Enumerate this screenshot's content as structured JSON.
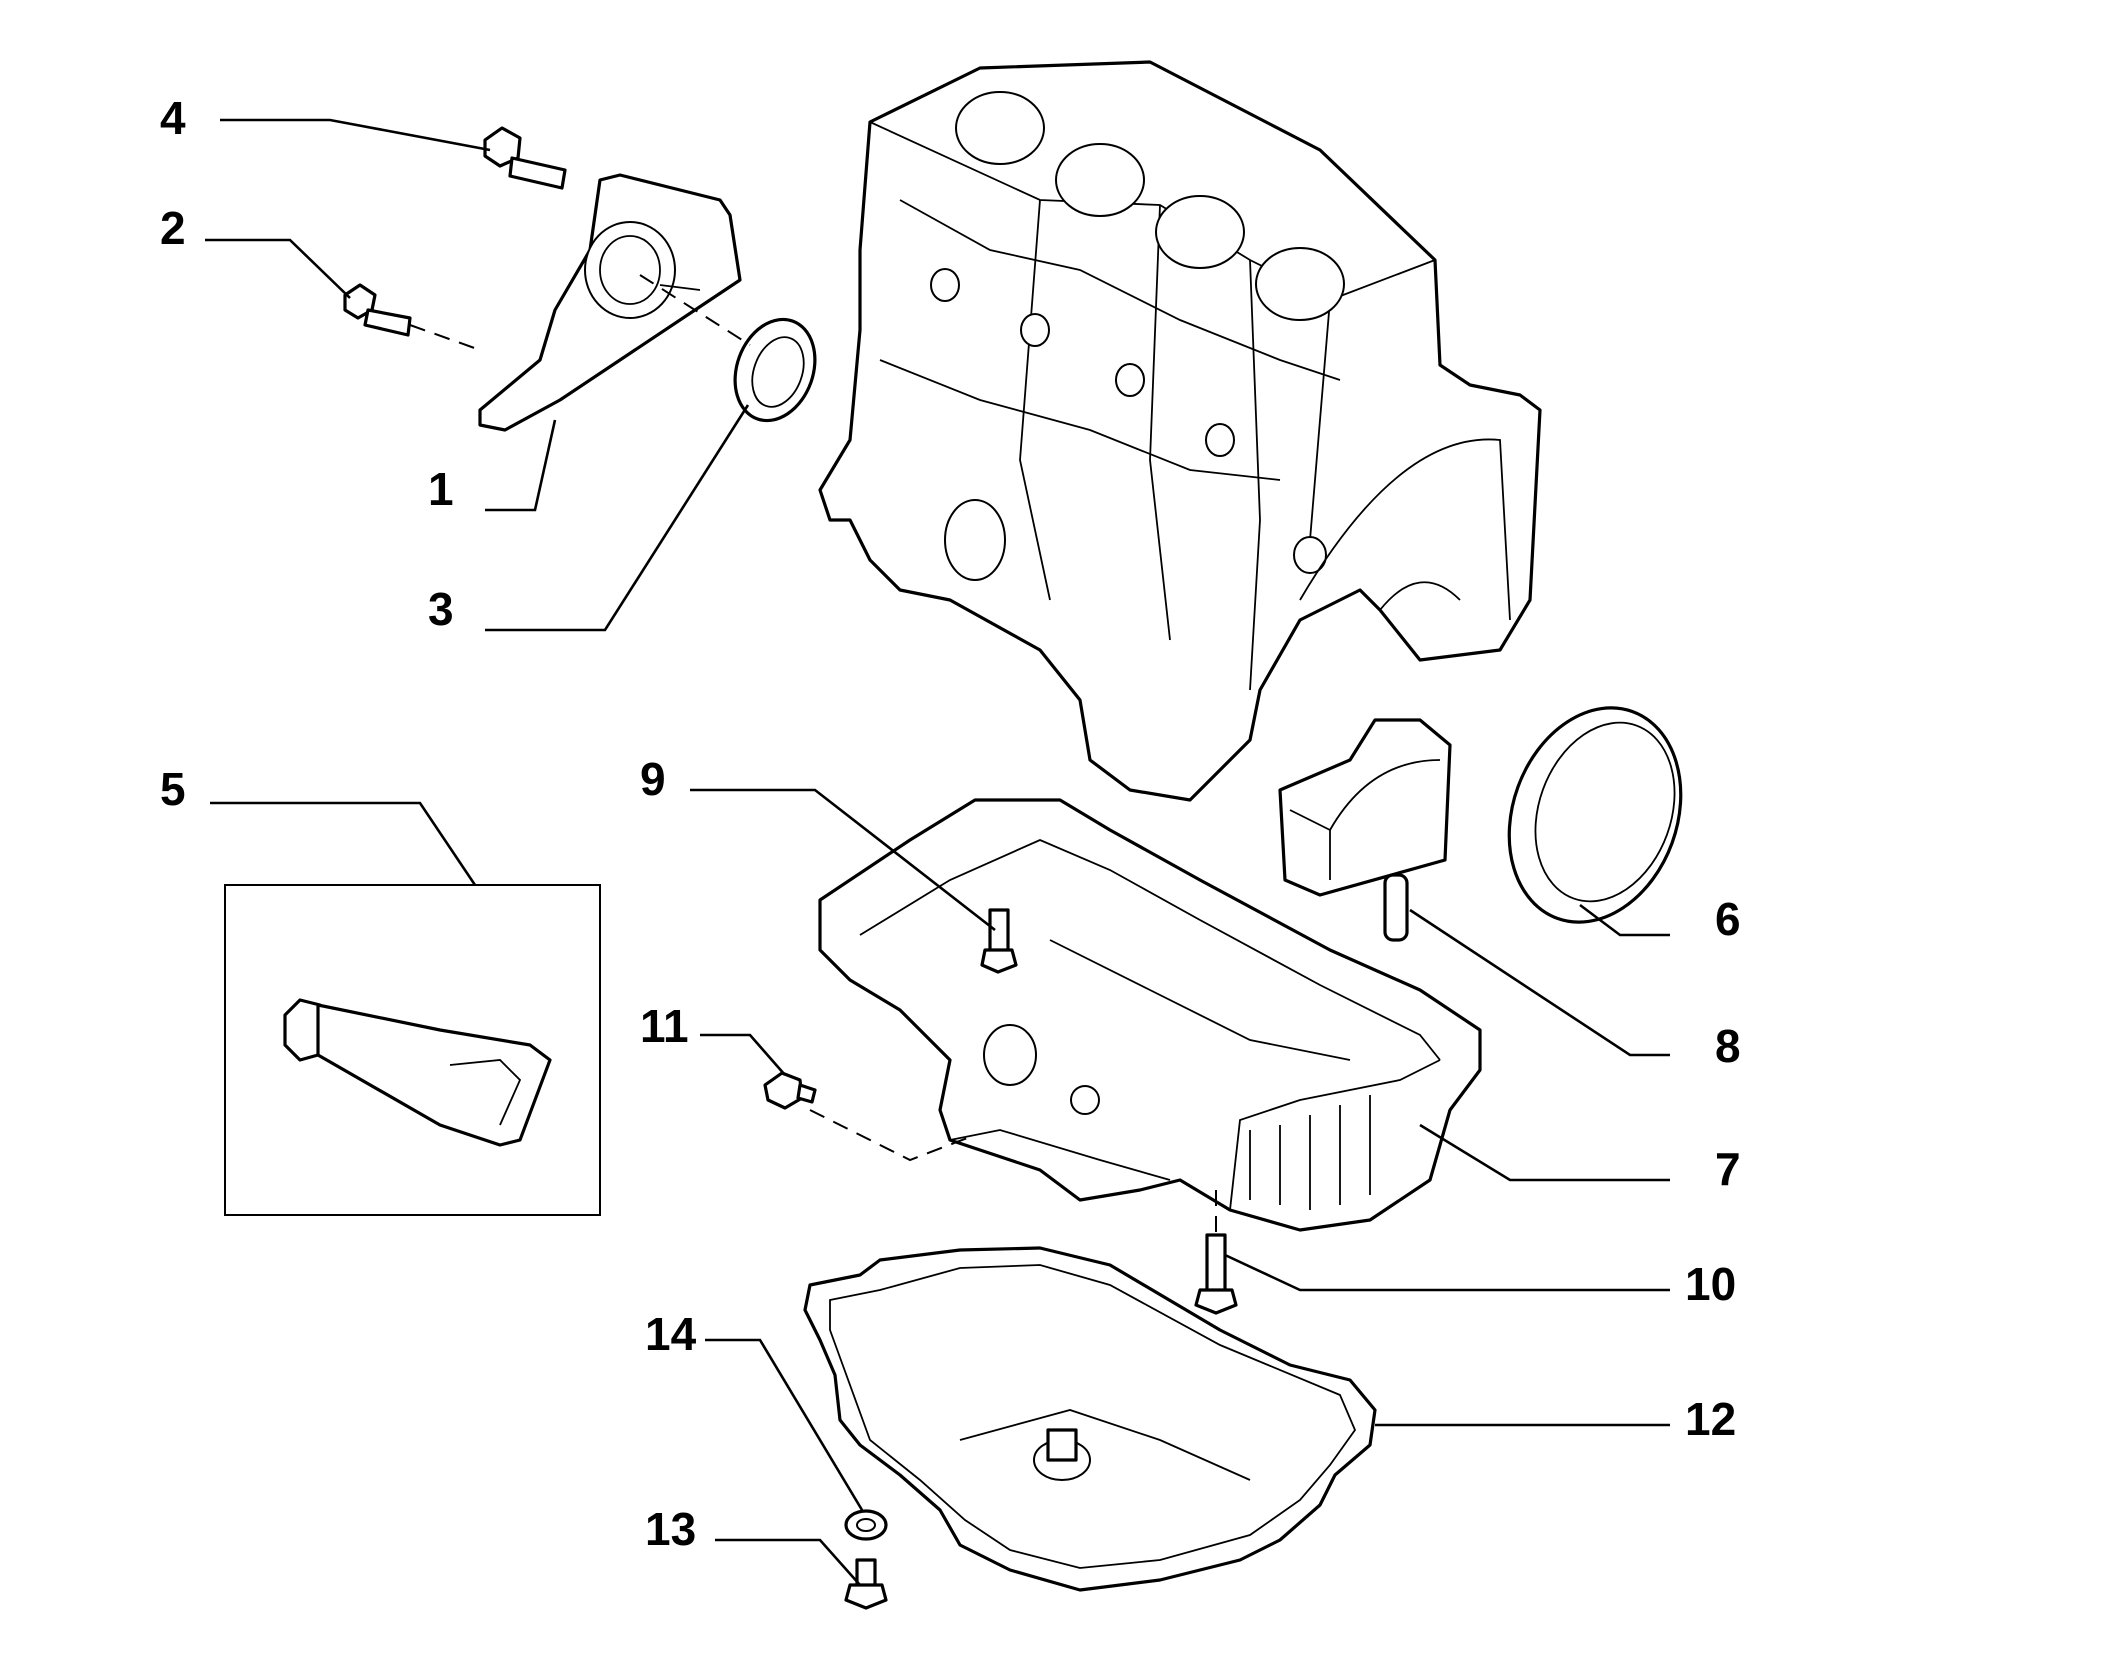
{
  "diagram": {
    "callouts": [
      {
        "id": "1",
        "label": "1"
      },
      {
        "id": "2",
        "label": "2"
      },
      {
        "id": "3",
        "label": "3"
      },
      {
        "id": "4",
        "label": "4"
      },
      {
        "id": "5",
        "label": "5"
      },
      {
        "id": "6",
        "label": "6"
      },
      {
        "id": "7",
        "label": "7"
      },
      {
        "id": "8",
        "label": "8"
      },
      {
        "id": "9",
        "label": "9"
      },
      {
        "id": "10",
        "label": "10"
      },
      {
        "id": "11",
        "label": "11"
      },
      {
        "id": "12",
        "label": "12"
      },
      {
        "id": "13",
        "label": "13"
      },
      {
        "id": "14",
        "label": "14"
      }
    ],
    "parts": [
      {
        "callout": "1",
        "icon": "rear-seal-housing-icon"
      },
      {
        "callout": "2",
        "icon": "bolt-icon"
      },
      {
        "callout": "3",
        "icon": "seal-ring-icon"
      },
      {
        "callout": "4",
        "icon": "bolt-icon"
      },
      {
        "callout": "5",
        "icon": "sealant-tube-icon"
      },
      {
        "callout": "6",
        "icon": "seal-ring-icon"
      },
      {
        "callout": "7",
        "icon": "oil-pan-upper-icon"
      },
      {
        "callout": "8",
        "icon": "dowel-pin-icon"
      },
      {
        "callout": "9",
        "icon": "bolt-icon"
      },
      {
        "callout": "10",
        "icon": "bolt-icon"
      },
      {
        "callout": "11",
        "icon": "plug-icon"
      },
      {
        "callout": "12",
        "icon": "oil-pan-lower-icon"
      },
      {
        "callout": "13",
        "icon": "drain-plug-icon"
      },
      {
        "callout": "14",
        "icon": "washer-icon"
      }
    ]
  }
}
